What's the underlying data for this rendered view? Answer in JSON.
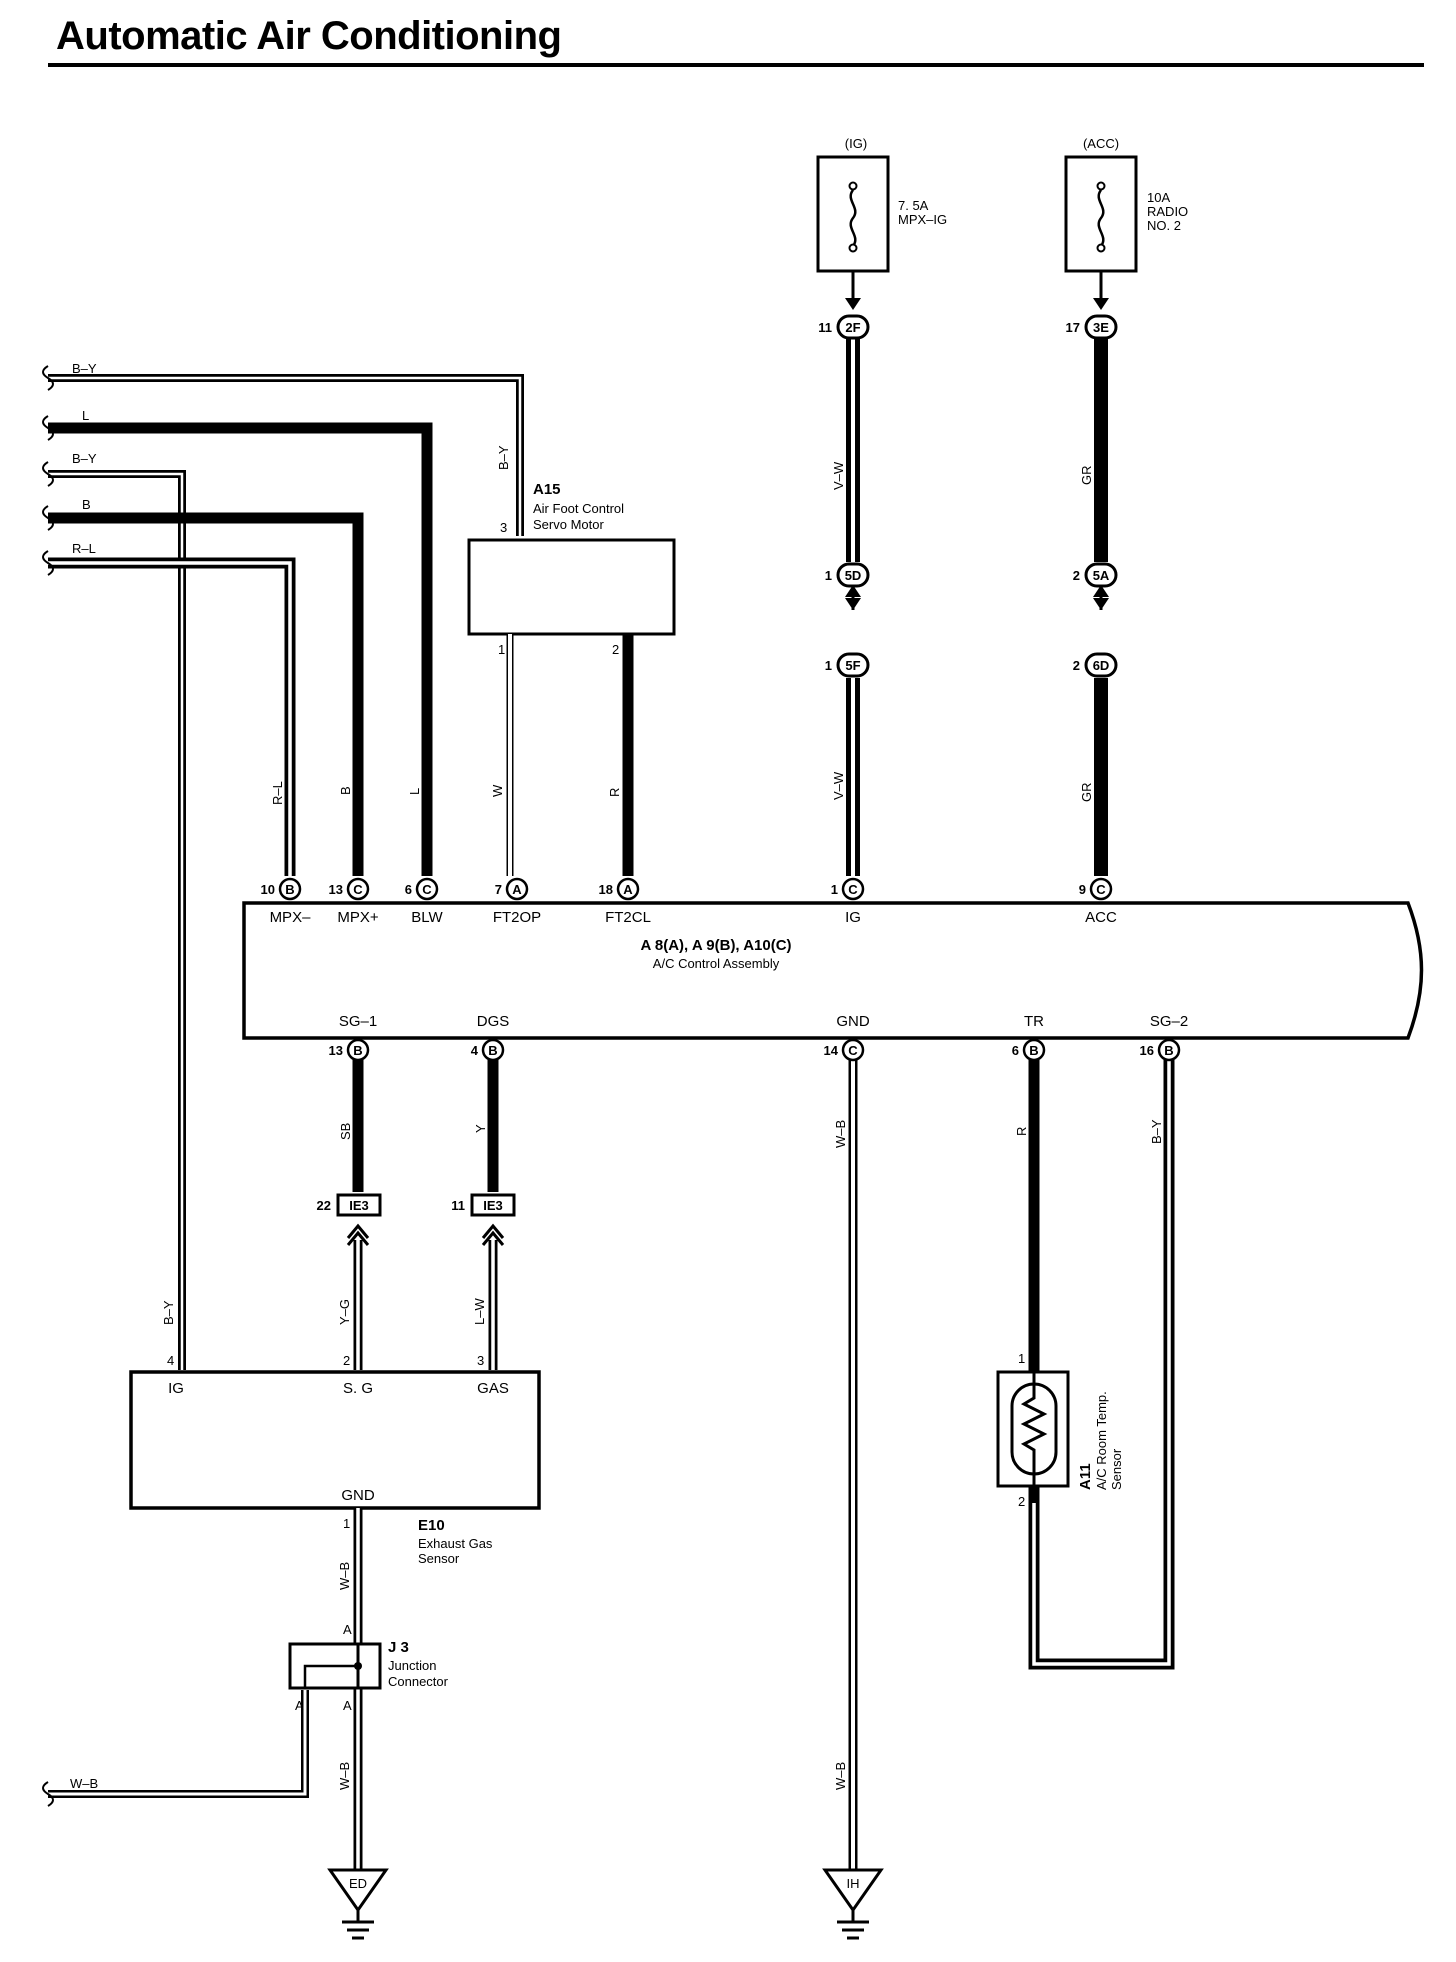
{
  "title": "Automatic Air Conditioning",
  "fuses": {
    "ig": {
      "label": "(IG)",
      "rating": "7. 5A",
      "name": "MPX–IG"
    },
    "acc": {
      "label": "(ACC)",
      "rating": "10A",
      "name": "RADIO",
      "name2": "NO. 2"
    }
  },
  "left_wires": [
    "B–Y",
    "L",
    "B–Y",
    "B",
    "R–L"
  ],
  "components": {
    "a15": {
      "id": "A15",
      "name1": "Air Foot Control",
      "name2": "Servo Motor"
    },
    "ac_control": {
      "id": "A 8(A), A 9(B), A10(C)",
      "name": "A/C Control Assembly"
    },
    "e10": {
      "id": "E10",
      "name1": "Exhaust Gas",
      "name2": "Sensor",
      "ig": "IG",
      "sg": "S. G",
      "gas": "GAS",
      "gnd": "GND"
    },
    "a11": {
      "id": "A11",
      "name1": "A/C Room Temp.",
      "name2": "Sensor"
    },
    "j3": {
      "id": "J 3",
      "name1": "Junction",
      "name2": "Connector"
    }
  },
  "top_terminals": [
    {
      "pin": "10",
      "conn": "B",
      "name": "MPX–"
    },
    {
      "pin": "13",
      "conn": "C",
      "name": "MPX+"
    },
    {
      "pin": "6",
      "conn": "C",
      "name": "BLW"
    },
    {
      "pin": "7",
      "conn": "A",
      "name": "FT2OP"
    },
    {
      "pin": "18",
      "conn": "A",
      "name": "FT2CL"
    },
    {
      "pin": "1",
      "conn": "C",
      "name": "IG"
    },
    {
      "pin": "9",
      "conn": "C",
      "name": "ACC"
    }
  ],
  "bottom_terminals": [
    {
      "pin": "13",
      "conn": "B",
      "name": "SG–1"
    },
    {
      "pin": "4",
      "conn": "B",
      "name": "DGS"
    },
    {
      "pin": "14",
      "conn": "C",
      "name": "GND"
    },
    {
      "pin": "6",
      "conn": "B",
      "name": "TR"
    },
    {
      "pin": "16",
      "conn": "B",
      "name": "SG–2"
    }
  ],
  "connectors": {
    "c2f": {
      "pin": "11",
      "id": "2F"
    },
    "c3e": {
      "pin": "17",
      "id": "3E"
    },
    "c5d": {
      "pin": "1",
      "id": "5D"
    },
    "c5a": {
      "pin": "2",
      "id": "5A"
    },
    "c5f": {
      "pin": "1",
      "id": "5F"
    },
    "c6d": {
      "pin": "2",
      "id": "6D"
    },
    "ie3a": {
      "pin": "22",
      "id": "IE3"
    },
    "ie3b": {
      "pin": "11",
      "id": "IE3"
    }
  },
  "wire_labels": {
    "by_a15": "B–Y",
    "a15_pin3": "3",
    "a15_pin1": "1",
    "a15_pin2": "2",
    "rl": "R–L",
    "b": "B",
    "l": "L",
    "w": "W",
    "r": "R",
    "vw1": "V–W",
    "vw2": "V–W",
    "gr1": "GR",
    "gr2": "GR",
    "sb": "SB",
    "y": "Y",
    "wb_gnd": "W–B",
    "r_tr": "R",
    "by_sg2": "B–Y",
    "yg": "Y–G",
    "lw": "L–W",
    "by_ig": "B–Y",
    "e10_p4": "4",
    "e10_p2": "2",
    "e10_p3": "3",
    "e10_p1": "1",
    "wb_e10": "W–B",
    "j3_a_top": "A",
    "j3_a_left": "A",
    "j3_a_bot": "A",
    "wb_j3": "W–B",
    "wb_left": "W–B",
    "wb_ih": "W–B",
    "a11_p1": "1",
    "a11_p2": "2"
  },
  "grounds": {
    "ed": "ED",
    "ih": "IH"
  }
}
